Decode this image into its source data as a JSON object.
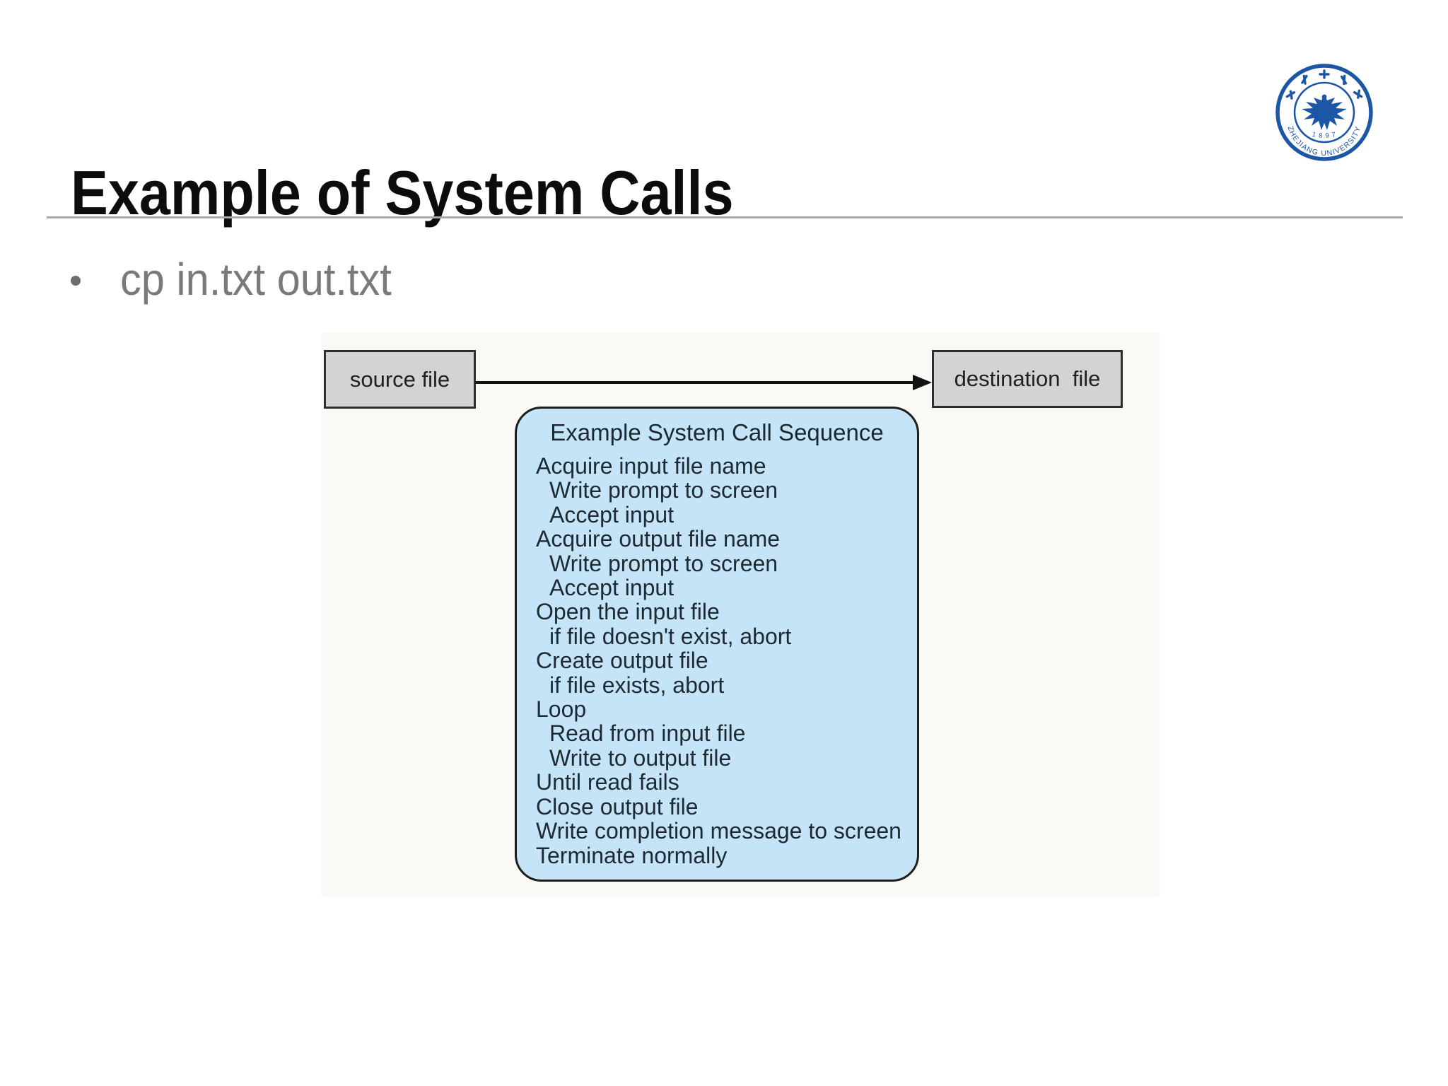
{
  "slide": {
    "title": "Example of System Calls",
    "bullet_text": "cp in.txt out.txt"
  },
  "logo": {
    "name": "Zhejiang University seal",
    "year": "1 8 9 7",
    "university_text": "ZHEJIANG UNIVERSITY",
    "color": "#1c57a5"
  },
  "diagram": {
    "source_label": "source file",
    "destination_label": "destination  file",
    "box_fill": "#d3d3d2",
    "sequence_fill": "#c5e4f7",
    "sequence": {
      "heading": "Example System Call Sequence",
      "lines": [
        {
          "text": "Acquire input file name",
          "indent": false
        },
        {
          "text": "Write prompt to screen",
          "indent": true
        },
        {
          "text": "Accept input",
          "indent": true
        },
        {
          "text": "Acquire output file name",
          "indent": false
        },
        {
          "text": "Write prompt to screen",
          "indent": true
        },
        {
          "text": "Accept input",
          "indent": true
        },
        {
          "text": "Open the input file",
          "indent": false
        },
        {
          "text": "if file doesn't exist, abort",
          "indent": true
        },
        {
          "text": "Create output file",
          "indent": false
        },
        {
          "text": "if file exists, abort",
          "indent": true
        },
        {
          "text": "Loop",
          "indent": false
        },
        {
          "text": "Read from input file",
          "indent": true
        },
        {
          "text": "Write to output file",
          "indent": true
        },
        {
          "text": "Until read fails",
          "indent": false
        },
        {
          "text": "Close output file",
          "indent": false
        },
        {
          "text": "Write completion message to screen",
          "indent": false
        },
        {
          "text": "Terminate normally",
          "indent": false
        }
      ]
    }
  }
}
